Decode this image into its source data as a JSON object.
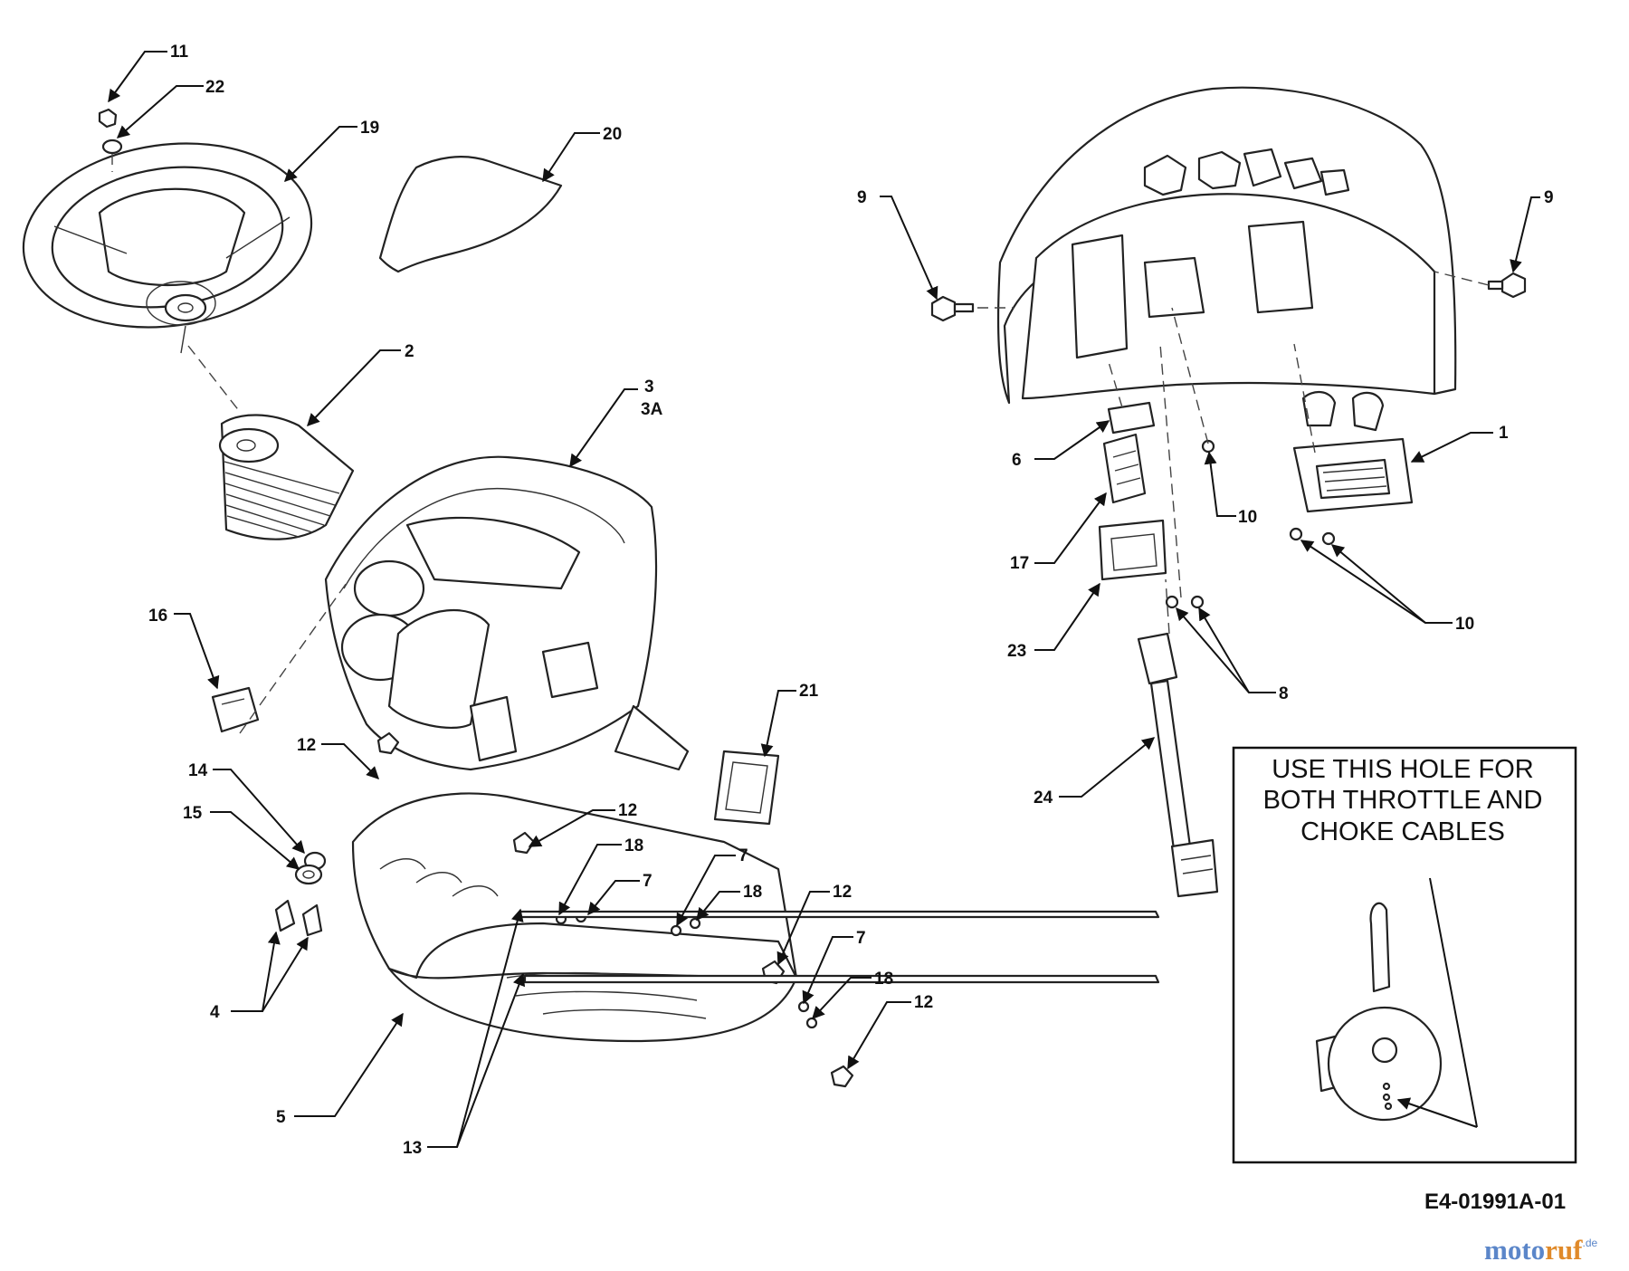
{
  "diagram": {
    "drawing_number": "E4-01991A-01",
    "note_box_lines": [
      "USE THIS HOLE FOR",
      "BOTH THROTTLE AND",
      "CHOKE CABLES"
    ],
    "watermark": {
      "part1": "moto",
      "part2": "ruf",
      "suffix": ".de"
    }
  },
  "callouts": {
    "c11": "11",
    "c22": "22",
    "c19": "19",
    "c20": "20",
    "c2": "2",
    "c3": "3",
    "c3a": "3A",
    "c16": "16",
    "c21": "21",
    "c12a": "12",
    "c14": "14",
    "c15": "15",
    "c12b": "12",
    "c18a": "18",
    "c7a": "7",
    "c7b": "7",
    "c18b": "18",
    "c12c": "12",
    "c7c": "7",
    "c18c": "18",
    "c12d": "12",
    "c4": "4",
    "c5": "5",
    "c13": "13",
    "c9a": "9",
    "c9b": "9",
    "c1": "1",
    "c6": "6",
    "c10a": "10",
    "c17": "17",
    "c23": "23",
    "c10b": "10",
    "c8": "8",
    "c24": "24"
  }
}
